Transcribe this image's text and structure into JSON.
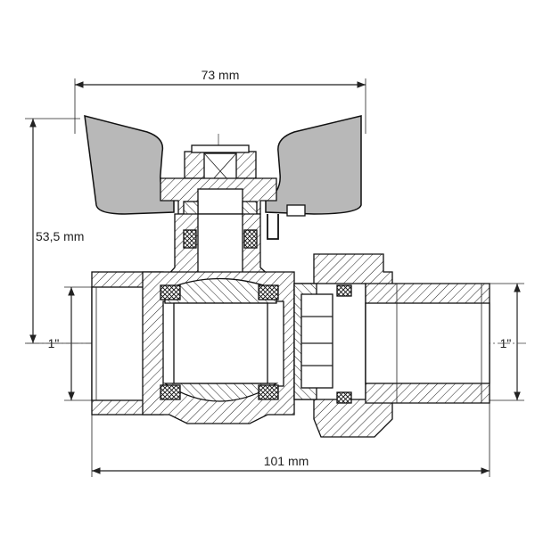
{
  "dimensions": {
    "width_top": "73 mm",
    "height_left": "53,5 mm",
    "thread_left": "1\"",
    "thread_right": "1\"",
    "length_bottom": "101 mm"
  },
  "colors": {
    "lines": "#222222",
    "handle_fill": "#b8b8b8",
    "background": "#ffffff"
  }
}
